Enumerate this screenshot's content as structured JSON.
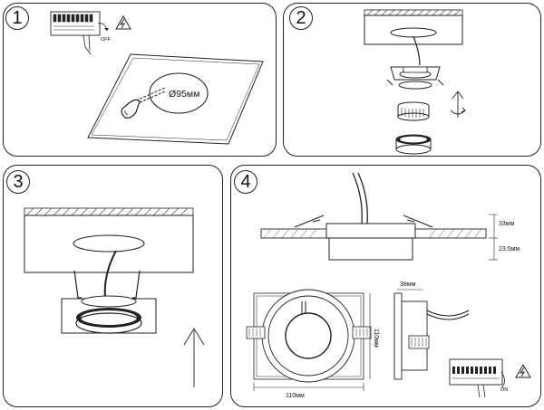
{
  "steps": [
    {
      "number": "1"
    },
    {
      "number": "2"
    },
    {
      "number": "3"
    },
    {
      "number": "4"
    }
  ],
  "step1": {
    "switch_label": "OFF",
    "hole_diameter": "Ø95мм"
  },
  "step4": {
    "dim_top_height": "33мм",
    "dim_bottom_height": "23,5мм",
    "dim_width": "110мм",
    "dim_height": "110мм",
    "dim_side_depth": "38мм",
    "switch_label": "ON"
  },
  "icons": [
    "electric-warning-icon",
    "rotate-arrow-icon",
    "up-arrow-icon",
    "breaker-switch-icon"
  ]
}
